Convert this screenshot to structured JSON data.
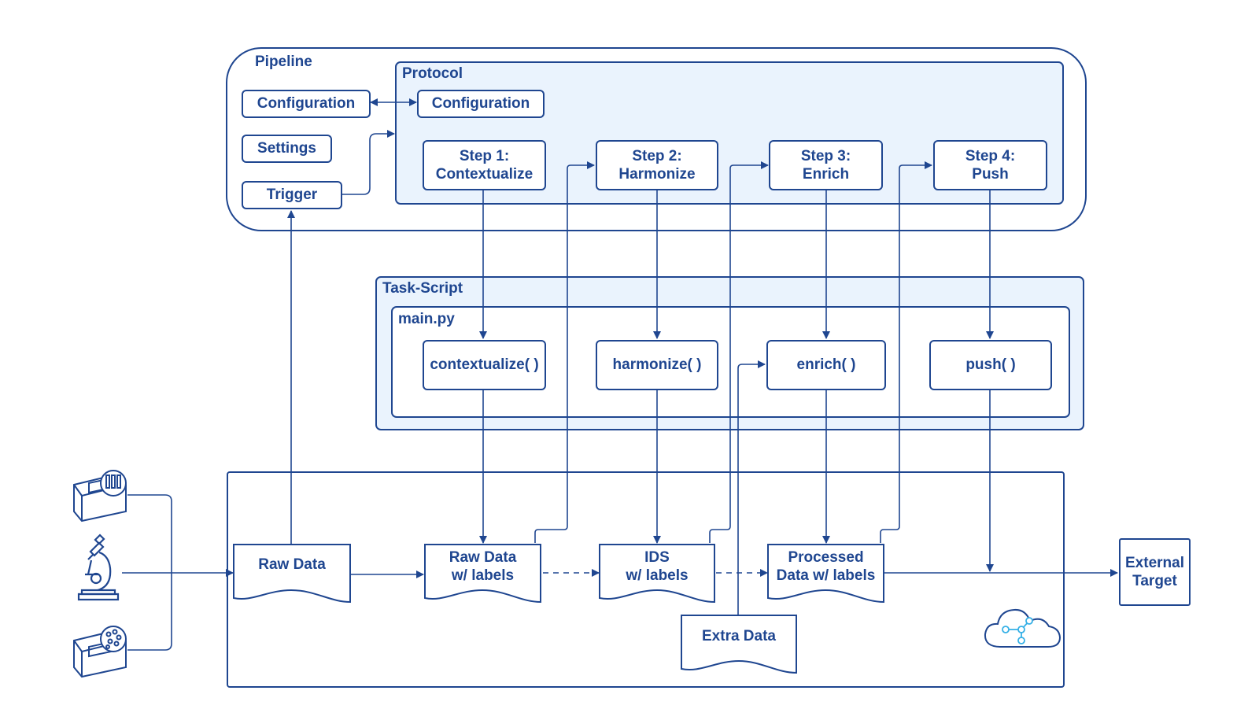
{
  "colors": {
    "stroke": "#1f4690",
    "panel_fill": "#eaf3fd",
    "cloud_accent": "#35b0e6"
  },
  "pipeline": {
    "title": "Pipeline",
    "configuration": "Configuration",
    "settings": "Settings",
    "trigger": "Trigger"
  },
  "protocol": {
    "title": "Protocol",
    "configuration": "Configuration",
    "steps": [
      "Step 1:\nContextualize",
      "Step 2:\nHarmonize",
      "Step 3:\nEnrich",
      "Step 4:\nPush"
    ]
  },
  "task_script": {
    "title": "Task-Script",
    "file": "main.py",
    "functions": [
      "contextualize( )",
      "harmonize( )",
      "enrich( )",
      "push( )"
    ]
  },
  "data": {
    "raw": "Raw Data",
    "raw_labels": "Raw Data\nw/ labels",
    "ids_labels": "IDS\nw/ labels",
    "processed": "Processed\nData w/ labels",
    "extra": "Extra Data"
  },
  "external_target": "External\nTarget",
  "icons": [
    "plate-reader-icon",
    "microscope-icon",
    "petri-dish-reader-icon",
    "cloud-network-icon"
  ]
}
